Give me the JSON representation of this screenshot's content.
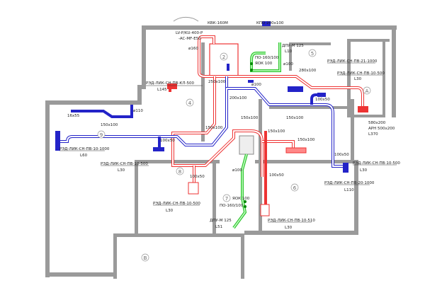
{
  "colors": {
    "supply": "#e33333",
    "exhaust": "#2323c8",
    "green_duct": "#2ec52e",
    "walls": "#9a9a9a"
  },
  "rooms": [
    "2",
    "5",
    "A",
    "9",
    "8",
    "6",
    "7",
    "B",
    "4"
  ],
  "labels": {
    "kvk": "КВК-160М",
    "kpo": "КПО 200x100",
    "unit1": "LV-P/KU-400-P",
    "unit2": "-AC-MF-E50",
    "d160": "ø160",
    "dpu_top": "ДПУ-М 125",
    "dpu_top_l": "L10",
    "po_top": "ПО-160/100",
    "yaok_top": "ЯОК 100",
    "d100_top": "ø100",
    "red_21": "РЭД-ЛИК-СН-ПВ-21-1000",
    "red_10_500_a": "РЭД-ЛИК-СН-ПВ-10-500",
    "l30_a": "L30",
    "s280": "280x100",
    "red_kl": "РЭД-ЛИК-СН-ПВ-КЛ-500",
    "l145": "L145",
    "s250": "250x100",
    "d100_mid": "ø100",
    "s200": "200x100",
    "s100x50_a": "100x50",
    "s580": "580x200",
    "arn": "АРН 500x200",
    "l370": "L370",
    "s16": "16x55",
    "d110": "ø110",
    "s150_a": "150x100",
    "red_10_1000": "РЭД-ЛИК-СН-ПВ-10-1000",
    "l60": "L60",
    "s100x50_b": "100x50",
    "red_10_500_b": "РЭД-ЛИК-СН-ПВ-10-500",
    "l30_b": "L30",
    "s150_b": "150x100",
    "s150_c": "150x100",
    "s150_d": "150x100",
    "s150_e": "150x100",
    "s150_f": "150x100",
    "s100x50_c": "100x50",
    "red_10_500_c": "РЭД-ЛИК-СН-ПВ-10-500",
    "l30_c": "L30",
    "red_20_1000": "РЭД-ЛИК-СН-ПВ-20-1000",
    "l110": "L110",
    "s100x50_d": "100x50",
    "d100_low": "ø100",
    "s100x50_e": "100x50",
    "red_10_500_d": "РЭД-ЛИК-СН-ПВ-10-500",
    "l30_d": "L30",
    "yaok_low": "ЯОК 100",
    "po_low": "ПО-160/100",
    "dpu_low": "ДПУ-М 125",
    "l51": "L51",
    "red_10_510": "РЭД-ЛИК-СН-ПВ-10-510",
    "l30_e": "L30"
  }
}
